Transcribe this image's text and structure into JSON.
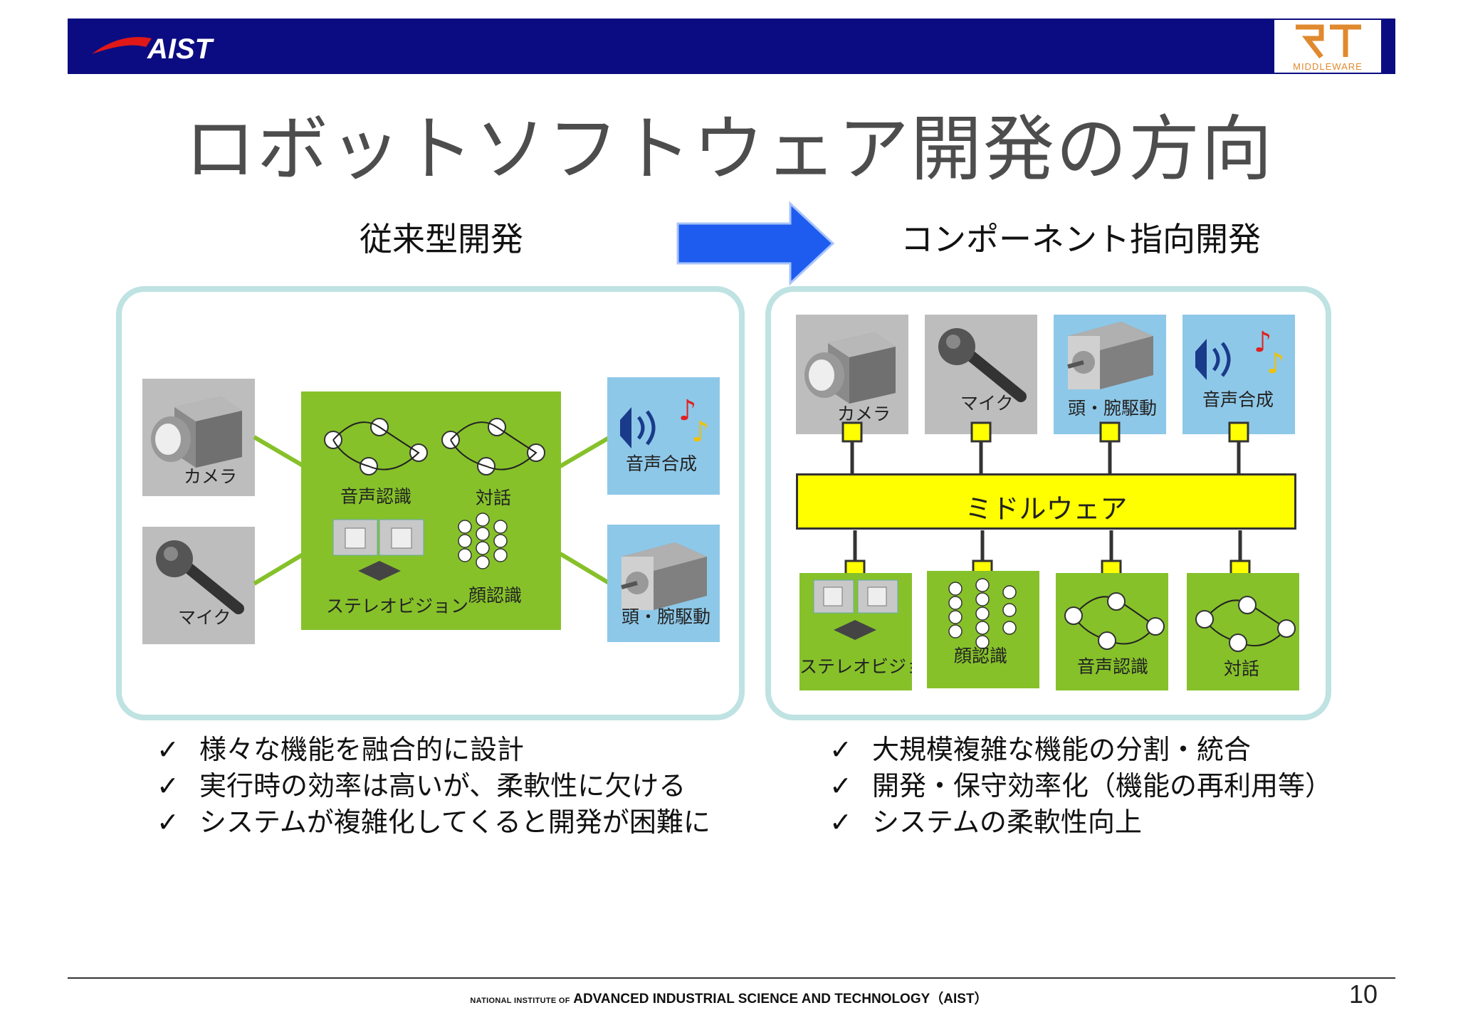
{
  "header": {
    "logo_left": "AIST",
    "logo_right_text": "MIDDLEWARE",
    "bar_color": "#0c0c82"
  },
  "title": "ロボットソフトウェア開発の方向",
  "left_section": {
    "heading": "従来型開発",
    "tiles": {
      "camera": "カメラ",
      "mic": "マイク",
      "speech_synthesis": "音声合成",
      "head_arm_drive": "頭・腕駆動",
      "speech_recognition": "音声認識",
      "dialogue": "対話",
      "stereo_vision": "ステレオビジョン",
      "face_recognition": "顔認識"
    },
    "bullets": [
      "様々な機能を融合的に設計",
      "実行時の効率は高いが、柔軟性に欠ける",
      "システムが複雑化してくると開発が困難に"
    ]
  },
  "right_section": {
    "heading": "コンポーネント指向開発",
    "middleware_label": "ミドルウェア",
    "top_tiles": [
      "カメラ",
      "マイク",
      "頭・腕駆動",
      "音声合成"
    ],
    "bottom_tiles": [
      "ステレオビジョ",
      "顔認識",
      "音声認識",
      "対話"
    ],
    "bullets": [
      "大規模複雑な機能の分割・統合",
      "開発・保守効率化（機能の再利用等）",
      "システムの柔軟性向上"
    ]
  },
  "check_mark": "✓",
  "footer": {
    "prefix": "NATIONAL INSTITUTE OF",
    "name": "ADVANCED INDUSTRIAL SCIENCE AND TECHNOLOGY（AIST）",
    "page_number": "10"
  },
  "colors": {
    "panel_border": "#bfe2e2",
    "green_tile": "#86c12a",
    "blue_tile": "#8ec8e8",
    "gray_tile": "#bdbdbd",
    "middleware": "#ffff00",
    "arrow": "#1e5cf0"
  }
}
